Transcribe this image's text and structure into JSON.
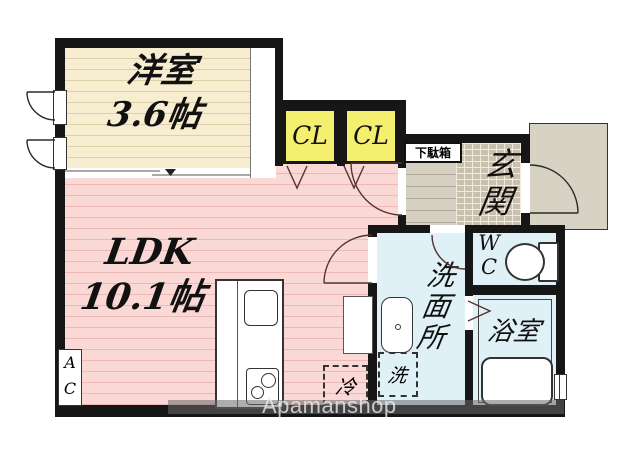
{
  "rooms": {
    "western": {
      "line1": "洋室",
      "line2": "3.6帖"
    },
    "ldk": {
      "line1": "LDK",
      "line2": "10.1帖"
    },
    "closet_left": {
      "label": "CL"
    },
    "closet_right": {
      "label": "CL"
    },
    "shoe_box": {
      "label": "下駄箱"
    },
    "entrance": {
      "chars": [
        "玄",
        "関"
      ]
    },
    "wc": {
      "chars": [
        "W",
        "C"
      ]
    },
    "washroom": {
      "chars": [
        "洗",
        "面",
        "所"
      ]
    },
    "bathroom": {
      "label": "浴室"
    }
  },
  "fixtures": {
    "fridge": {
      "label": "冷"
    },
    "washer": {
      "label": "洗"
    },
    "ac": {
      "chars": [
        "A",
        "C"
      ]
    }
  },
  "watermark": {
    "text": "Apamanshop"
  },
  "colors": {
    "wall": "#161616",
    "western_room_fill": "#f7edd1",
    "ldk_fill": "#f9d8d6",
    "closet_fill": "#f4ef6e",
    "wet_area_fill": "#dff0f7",
    "hallway_fill": "#d5d0c2",
    "entrance_tile_fill": "#c9c0ae",
    "porch_fill": "#d6d2c4",
    "door_arc": "#553430"
  }
}
